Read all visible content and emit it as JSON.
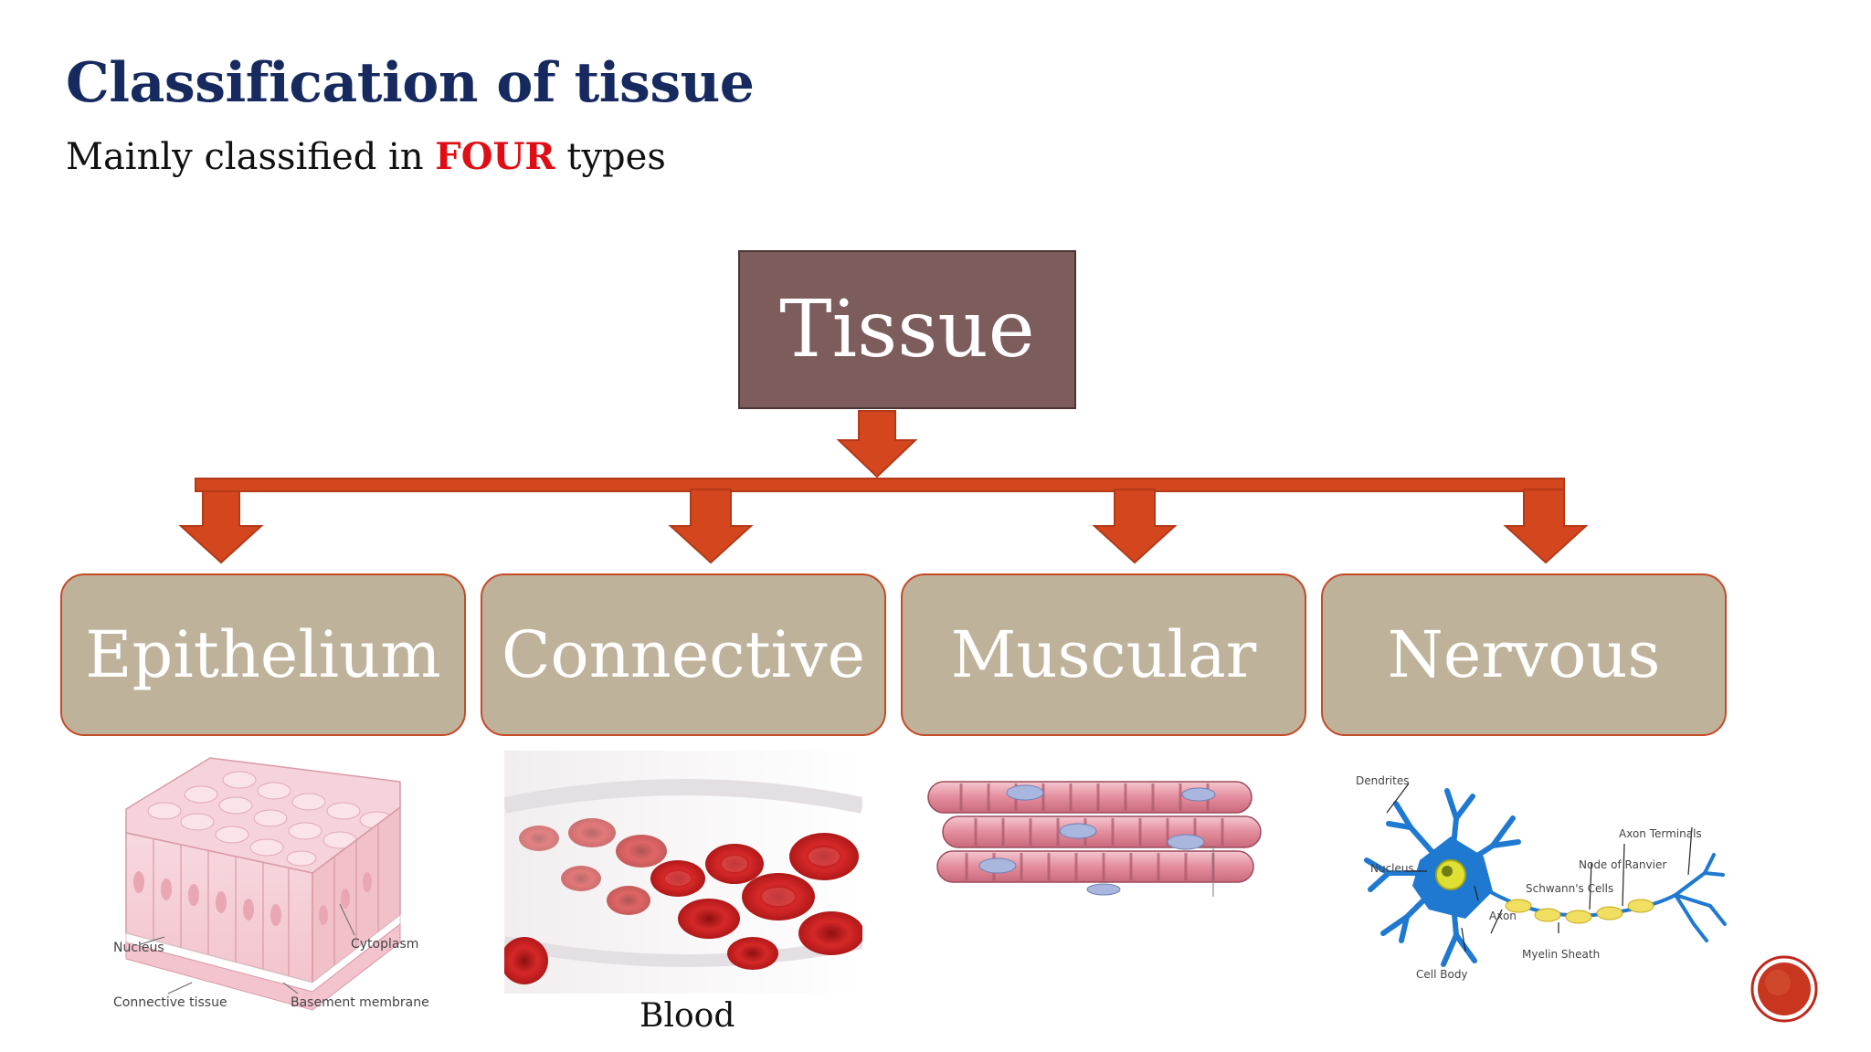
{
  "slide": {
    "title": "Classification of tissue",
    "subtitle_before": "Mainly classified in ",
    "subtitle_emphasis": "FOUR",
    "subtitle_after": " types"
  },
  "diagram": {
    "root": "Tissue",
    "categories": [
      "Epithelium",
      "Connective",
      "Muscular",
      "Nervous"
    ]
  },
  "epithelium_image": {
    "labels": {
      "nucleus": "Nucleus",
      "cytoplasm": "Cytoplasm",
      "connective_tissue": "Connective tissue",
      "basement_membrane": "Basement membrane"
    }
  },
  "connective_image": {
    "caption": "Blood"
  },
  "nervous_image": {
    "labels": {
      "dendrites": "Dendrites",
      "nucleus": "Nucleus",
      "axon_terminals": "Axon Terminals",
      "node_of_ranvier": "Node of Ranvier",
      "schwanns_cells": "Schwann's Cells",
      "axon": "Axon",
      "myelin_sheath": "Myelin Sheath",
      "cell_body": "Cell Body"
    }
  },
  "colors": {
    "title": "#172a60",
    "emphasis": "#e00d14",
    "root_box": "#7d5c5c",
    "category_box": "#bfb29b",
    "arrow": "#d4471e"
  }
}
